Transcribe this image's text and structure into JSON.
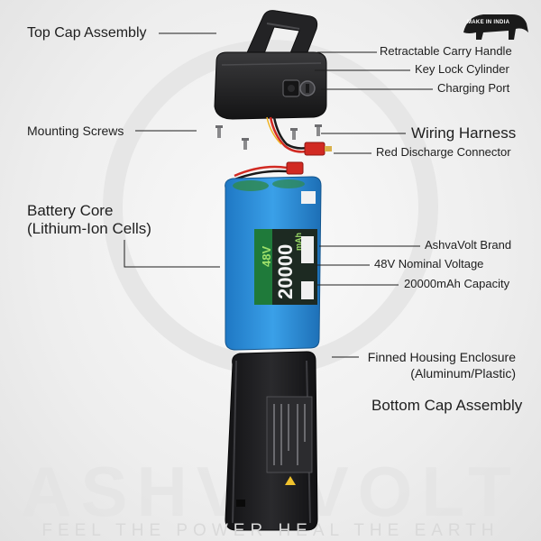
{
  "labels": {
    "top_cap": "Top Cap Assembly",
    "carry_handle": "Retractable Carry Handle",
    "key_lock": "Key Lock Cylinder",
    "charging_port": "Charging Port",
    "mounting_screws": "Mounting Screws",
    "wiring_harness": "Wiring Harness",
    "discharge_connector": "Red Discharge Connector",
    "battery_core_1": "Battery Core",
    "battery_core_2": "(Lithium-Ion Cells)",
    "brand": "AshvaVolt Brand",
    "nominal_voltage": "48V Nominal Voltage",
    "capacity": "20000mAh Capacity",
    "housing_1": "Finned Housing Enclosure",
    "housing_2": "(Aluminum/Plastic)",
    "bottom_cap": "Bottom Cap Assembly"
  },
  "battery_print": {
    "voltage": "48V",
    "capacity": "20000",
    "unit": "mAh"
  },
  "watermark": {
    "brand": "ASHVAVOLT",
    "tagline": "FEEL THE POWER HEAL THE EARTH"
  },
  "badge": {
    "text": "MAKE IN INDIA"
  },
  "colors": {
    "battery_blue": "#2f8fd6",
    "label_green": "#1f7a3a",
    "connector_red": "#d12a22",
    "housing_black": "#1d1d1f"
  }
}
